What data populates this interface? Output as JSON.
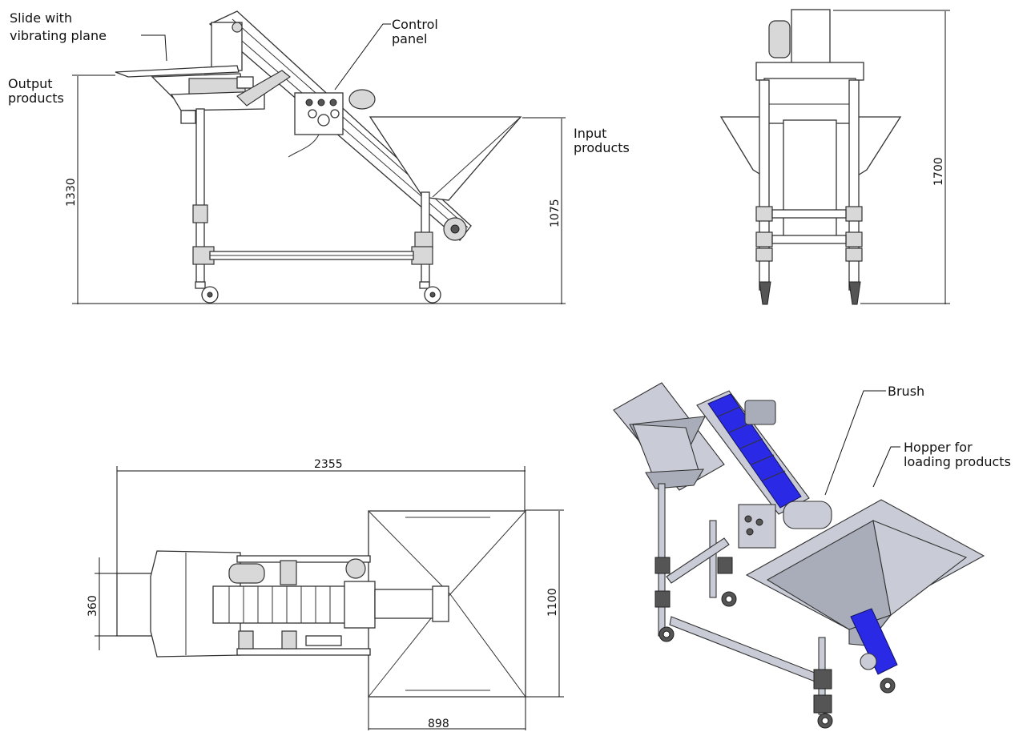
{
  "labels": {
    "slide_line1": "Slide with",
    "slide_line2": "vibrating plane",
    "output_line1": "Output",
    "output_line2": "products",
    "control_line1": "Control",
    "control_line2": "panel",
    "input_line1": "Input",
    "input_line2": "products",
    "brush": "Brush",
    "hopper_line1": "Hopper for",
    "hopper_line2": "loading products"
  },
  "dimensions": {
    "side_height": "1330",
    "input_height": "1075",
    "front_height": "1700",
    "length": "2355",
    "width": "1100",
    "chute_width": "360",
    "hopper_width": "898"
  },
  "colors": {
    "belt": "#2a2ae6",
    "line": "#333333"
  }
}
